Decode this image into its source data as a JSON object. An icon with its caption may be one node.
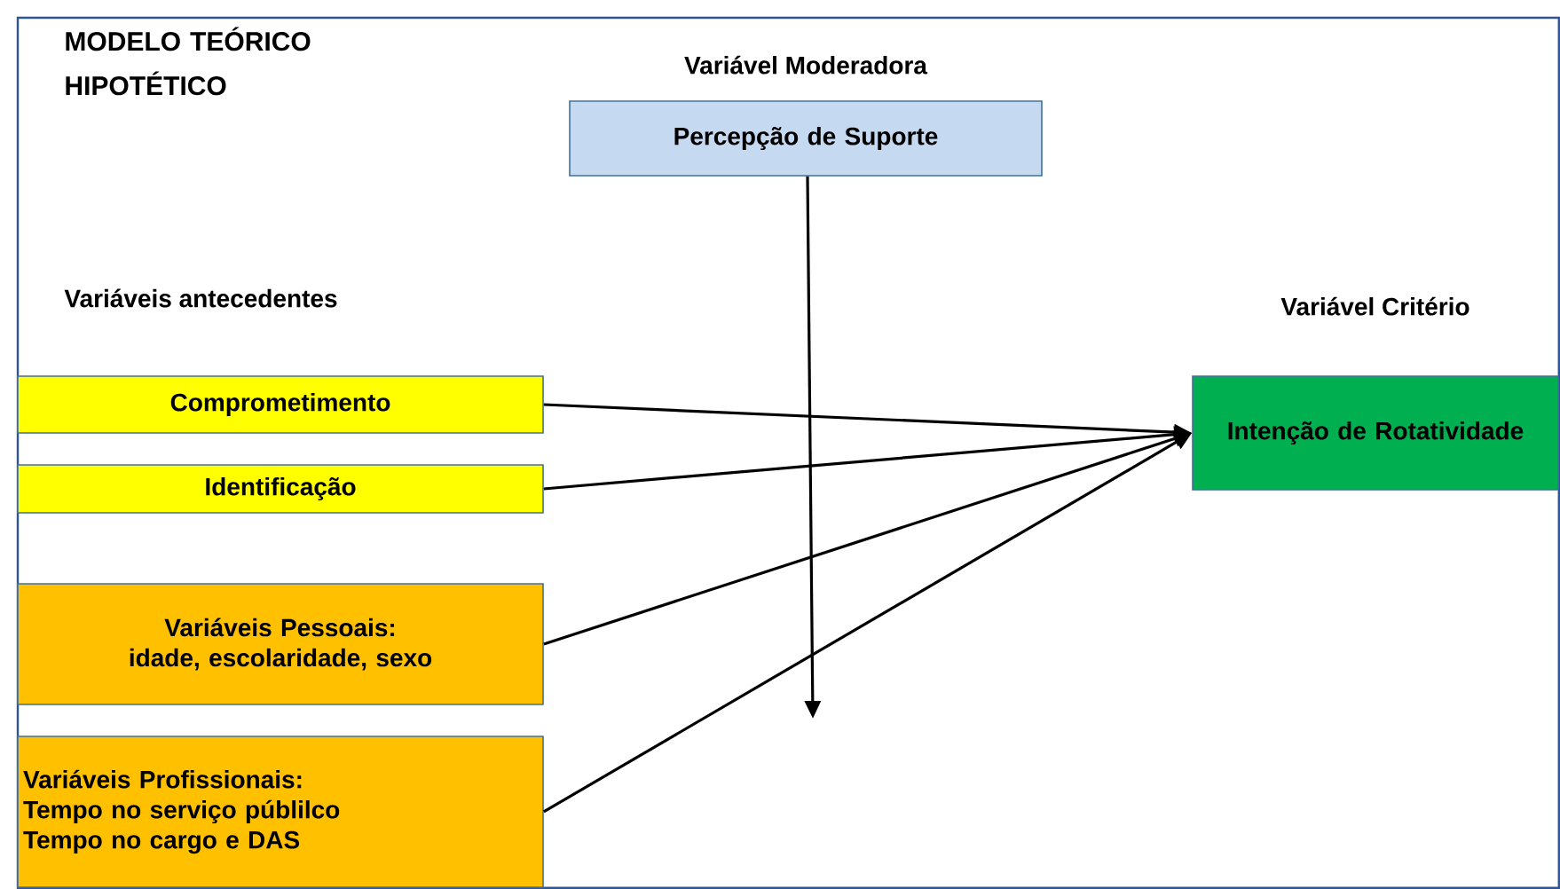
{
  "diagram": {
    "title": "MODELO TEÓRICO HIPOTÉTICO",
    "nodes": [
      {
        "text": [
          "Variável Moderadora",
          "Percepção de Suporte"
        ]
      },
      {
        "text": [
          "Comprometimento"
        ]
      },
      {
        "text": [
          "Identificação"
        ]
      },
      {
        "text": [
          "Variáveis Pessoais:",
          "idade, escolaridade, sexo"
        ]
      },
      {
        "text": [
          "Variáveis  Profissionais:",
          "Tempo no serviço públilco",
          "Tempo no cargo e DAS"
        ]
      },
      {
        "text": [
          "Variável Critério",
          "Intenção de Rotatividade"
        ]
      }
    ],
    "edges": [
      {
        "from": 0,
        "to": null,
        "arrow": "to"
      },
      {
        "from": 1,
        "to": 5,
        "arrow": "to"
      },
      {
        "from": 2,
        "to": 5,
        "arrow": "to"
      },
      {
        "from": 3,
        "to": 5,
        "arrow": "to"
      },
      {
        "from": 4,
        "to": 5,
        "arrow": "to"
      }
    ],
    "labels": [
      "Variáveis antecedentes"
    ]
  }
}
